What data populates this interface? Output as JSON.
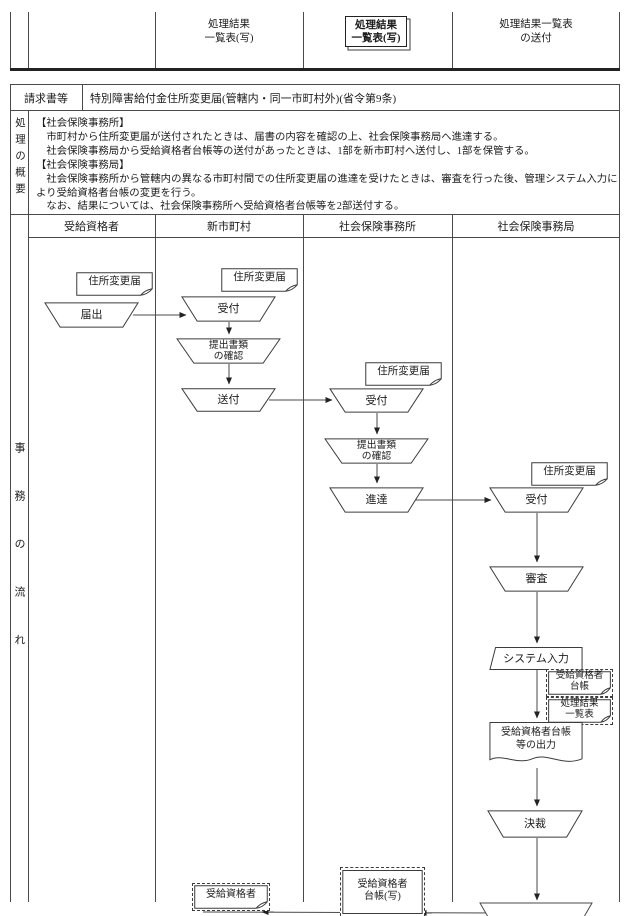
{
  "colors": {
    "line": "#4a4a4a",
    "thick_line": "#222222",
    "text": "#1c1c1c",
    "background": "#ffffff"
  },
  "prev_strip": {
    "col2_lines": [
      "処理結果",
      "一覧表(写)"
    ],
    "col3_doc_lines": [
      "処理結果",
      "一覧表(写)"
    ],
    "col4_lines": [
      "処理結果一覧表",
      "の送付"
    ]
  },
  "request_row": {
    "label": "請求書等",
    "value": "特別障害給付金住所変更届(管轄内・同一市町村外)(省令第9条)"
  },
  "summary": {
    "label": "処理の概要",
    "lines": [
      "【社会保険事務所】",
      "　市町村から住所変更届が送付されたときは、届書の内容を確認の上、社会保険事務局へ進達する。",
      "　社会保険事務局から受給資格者台帳等の送付があったときは、1部を新市町村へ送付し、1部を保管する。",
      "【社会保険事務局】",
      "　社会保険事務所から管轄内の異なる市町村間での住所変更届の進達を受けたときは、審査を行った後、管理システム入力に",
      "より受給資格者台帳の変更を行う。",
      "　なお、結果については、社会保険事務所へ受給資格者台帳等を2部送付する。"
    ]
  },
  "flow": {
    "label": "事務の流れ",
    "columns": [
      "受給資格者",
      "新市町村",
      "社会保険事務所",
      "社会保険事務局"
    ],
    "nodes": {
      "doc_henkou": "住所変更届",
      "todokede": "届出",
      "uketsuke": "受付",
      "teishutsu": [
        "提出書類",
        "の確認"
      ],
      "soufu": "送付",
      "shintatsu": "進達",
      "shinsa": "審査",
      "system": "システム入力",
      "daicho": [
        "受給資格者",
        "台帳"
      ],
      "kekka": [
        "処理結果",
        "一覧表"
      ],
      "output": [
        "受給資格者台帳",
        "等の出力"
      ],
      "kessai": "決裁",
      "bottom_jukyu": "受給資格者",
      "bottom_daicho": [
        "受給資格者",
        "台帳(写)"
      ]
    }
  }
}
